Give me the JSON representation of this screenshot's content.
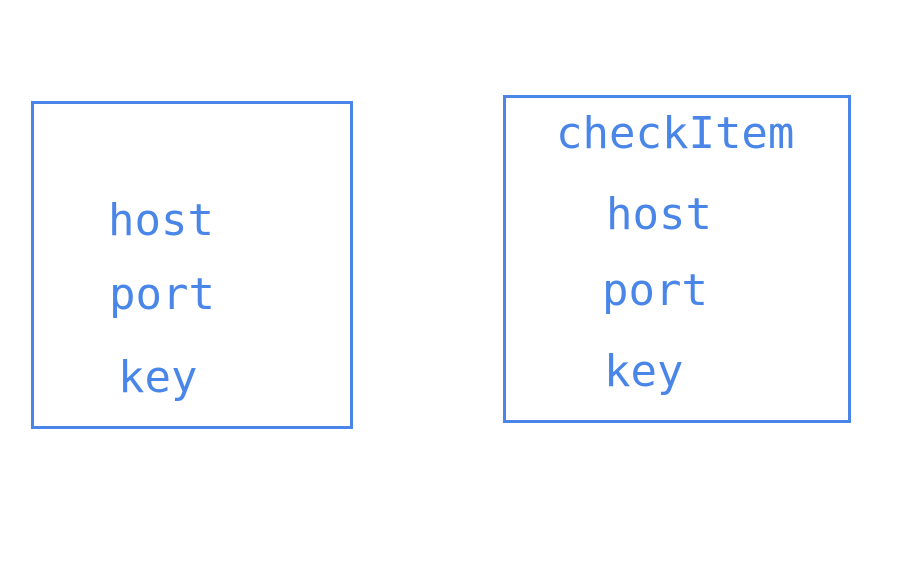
{
  "left_box": {
    "fields": [
      "host",
      "port",
      "key"
    ]
  },
  "right_box": {
    "title": "checkItem",
    "fields": [
      "host",
      "port",
      "key"
    ]
  },
  "colors": {
    "accent": "#4a86e8",
    "background": "#ffffff"
  }
}
